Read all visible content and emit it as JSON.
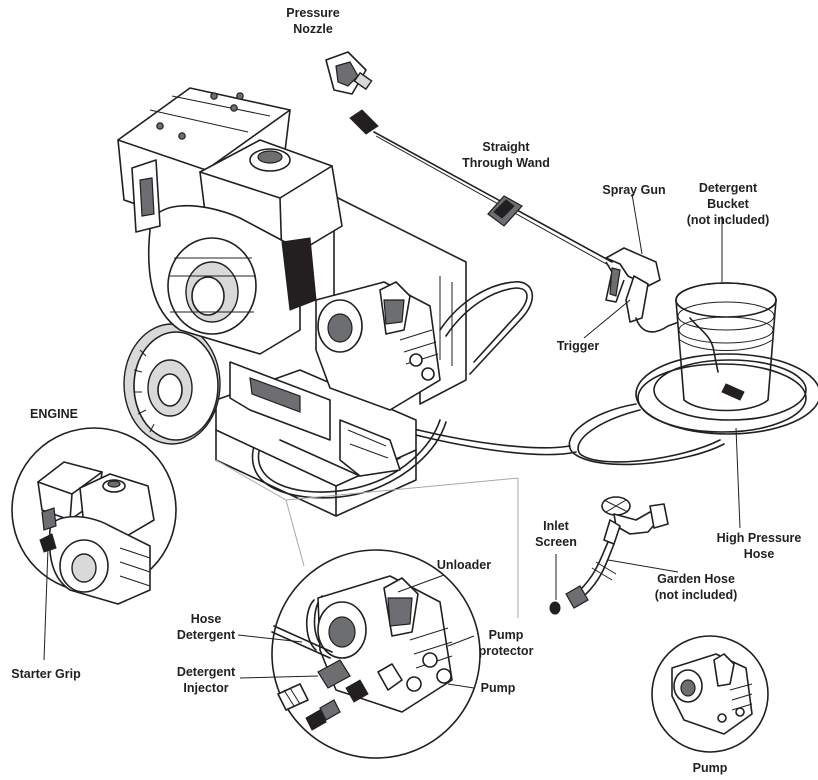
{
  "labels": {
    "pressure_nozzle": [
      "Pressure",
      "Nozzle"
    ],
    "straight_wand": [
      "Straight",
      "Through Wand"
    ],
    "spray_gun": [
      "Spray Gun"
    ],
    "detergent_bucket": [
      "Detergent",
      "Bucket",
      "(not included)"
    ],
    "trigger": [
      "Trigger"
    ],
    "engine": [
      "ENGINE"
    ],
    "inlet_screen": [
      "Inlet",
      "Screen"
    ],
    "high_pressure_hose": [
      "High Pressure",
      "Hose"
    ],
    "garden_hose": [
      "Garden Hose",
      "(not included)"
    ],
    "unloader": [
      "Unloader"
    ],
    "hose_detergent": [
      "Hose",
      "Detergent"
    ],
    "pump_protector": [
      "Pump",
      "protector"
    ],
    "detergent_injector": [
      "Detergent",
      "Injector"
    ],
    "pump_callout": [
      "Pump"
    ],
    "starter_grip": [
      "Starter Grip"
    ],
    "pump_inset": [
      "Pump"
    ]
  }
}
